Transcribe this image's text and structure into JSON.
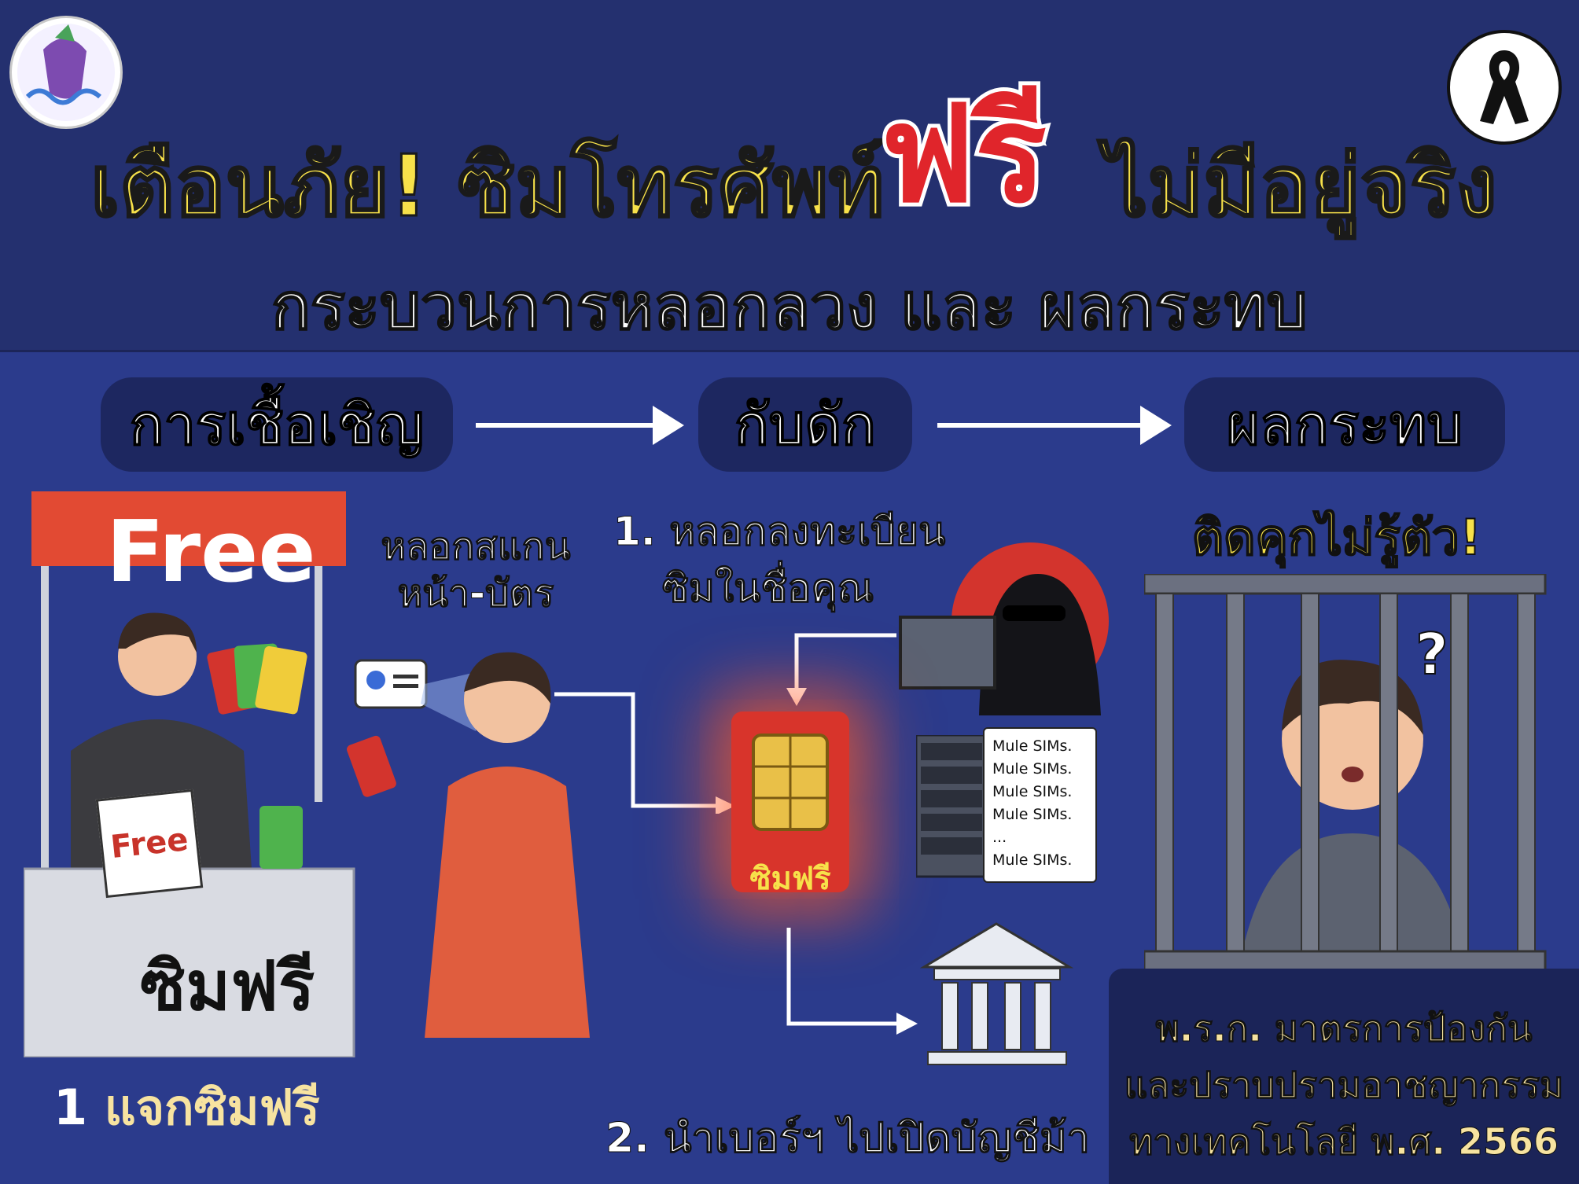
{
  "header": {
    "title_left": "เตือนภัย! ซิมโทรศัพท์",
    "title_highlight": "ฟรี",
    "title_right": "ไม่มีอยู่จริง",
    "subtitle": "กระบวนการหลอกลวง และ ผลกระทบ"
  },
  "steps": [
    {
      "label": "การเชื้อเชิญ"
    },
    {
      "label": "กับดัก"
    },
    {
      "label": "ผลกระทบ"
    }
  ],
  "booth": {
    "sign": "Free",
    "card": "Free",
    "counter_text": "ซิมฟรี"
  },
  "scan_label": [
    "หลอกสแกน",
    "หน้า-บัตร"
  ],
  "trap": {
    "register_label": [
      "1. หลอกลงทะเบียน",
      "ซิมในชื่อคุณ"
    ],
    "sim_label": "ซิมฟรี",
    "mule_note": [
      "Mule SIMs.",
      "Mule SIMs.",
      "Mule SIMs.",
      "Mule SIMs.",
      "...",
      "Mule SIMs."
    ],
    "mule_account_label": "2. นำเบอร์ฯ ไปเปิดบัญชีม้า"
  },
  "impact": {
    "headline": "ติดคุกไม่รู้ตัว!",
    "question_mark": "?",
    "law": [
      "พ.ร.ก. มาตรการป้องกัน",
      "และปราบปรามอาชญากรรม",
      "ทางเทคโนโลยี พ.ศ. 2566"
    ]
  },
  "step_one_caption": {
    "number": "1",
    "text": "แจกซิมฟรี"
  },
  "colors": {
    "background": "#2b3b8c",
    "header": "#24306f",
    "title_yellow": "#f7e14a",
    "free_red": "#e0252b",
    "sim_red": "#d8342b",
    "law_text": "#f7e3a0"
  }
}
